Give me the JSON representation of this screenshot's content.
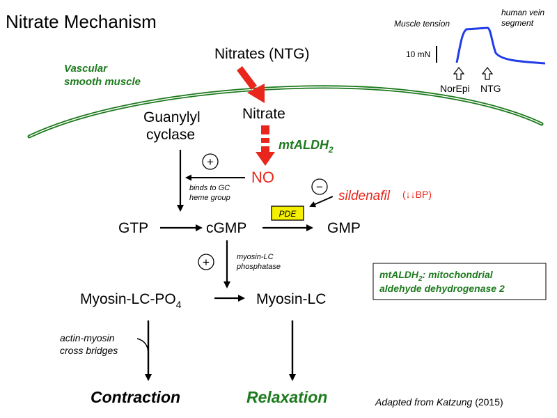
{
  "title": "Nitrate Mechanism",
  "colors": {
    "green": "#1e7a1e",
    "red": "#e8261c",
    "blue": "#1f3ce6",
    "yellow": "#f4f000",
    "black": "#000000"
  },
  "membrane_label": {
    "line1": "Vascular",
    "line2": "smooth muscle"
  },
  "inset": {
    "caption": "Muscle tension",
    "sample_line1": "human vein",
    "sample_line2": "segment",
    "scale": "10 mN",
    "norepi": "NorEpi",
    "ntg": "NTG"
  },
  "nodes": {
    "nitrates": "Nitrates (NTG)",
    "nitrate": "Nitrate",
    "mtaldh": "mtALDH",
    "mtaldh_sub": "2",
    "no": "NO",
    "guanylyl_line1": "Guanylyl",
    "guanylyl_line2": "cyclase",
    "gtp": "GTP",
    "cgmp": "cGMP",
    "gmp": "GMP",
    "pde": "PDE",
    "sildenafil": "sildenafil",
    "bp": "(↓↓BP)",
    "myosin_po4": "Myosin-LC-PO",
    "myosin_po4_sub": "4",
    "myosin_lc": "Myosin-LC",
    "contraction": "Contraction",
    "relaxation": "Relaxation"
  },
  "annotations": {
    "binds_line1": "binds to GC",
    "binds_line2": "heme group",
    "plus": "+",
    "minus": "−",
    "phosphatase_line1": "myosin-LC",
    "phosphatase_line2": "phosphatase",
    "actin_line1": "actin-myosin",
    "actin_line2": "cross bridges"
  },
  "legend": {
    "line1_main": "mtALDH",
    "line1_sub": "2",
    "line1_rest": ": mitochondrial",
    "line2": "aldehyde dehydrogenase 2"
  },
  "credit": {
    "prefix": "Adapted from ",
    "author": "Katzung",
    "year": " (2015)"
  }
}
